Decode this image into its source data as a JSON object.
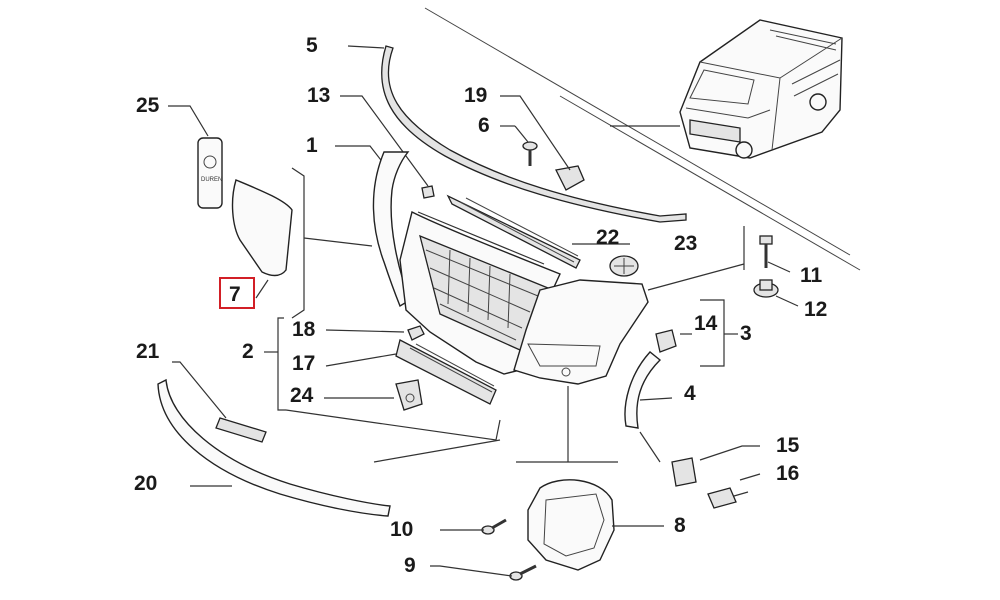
{
  "callouts": [
    {
      "id": "5",
      "label": "5"
    },
    {
      "id": "13",
      "label": "13"
    },
    {
      "id": "19",
      "label": "19"
    },
    {
      "id": "6",
      "label": "6"
    },
    {
      "id": "25",
      "label": "25"
    },
    {
      "id": "1",
      "label": "1"
    },
    {
      "id": "22",
      "label": "22"
    },
    {
      "id": "23",
      "label": "23"
    },
    {
      "id": "11",
      "label": "11"
    },
    {
      "id": "12",
      "label": "12"
    },
    {
      "id": "7",
      "label": "7",
      "highlighted": true
    },
    {
      "id": "18",
      "label": "18"
    },
    {
      "id": "14",
      "label": "14"
    },
    {
      "id": "3",
      "label": "3"
    },
    {
      "id": "2",
      "label": "2"
    },
    {
      "id": "17",
      "label": "17"
    },
    {
      "id": "21",
      "label": "21"
    },
    {
      "id": "4",
      "label": "4"
    },
    {
      "id": "24",
      "label": "24"
    },
    {
      "id": "15",
      "label": "15"
    },
    {
      "id": "16",
      "label": "16"
    },
    {
      "id": "20",
      "label": "20"
    },
    {
      "id": "10",
      "label": "10"
    },
    {
      "id": "8",
      "label": "8"
    },
    {
      "id": "9",
      "label": "9"
    }
  ],
  "paint_tube_text": "DUREN",
  "colors": {
    "highlight": "#d21f26",
    "line": "#333333",
    "text": "#1a1a1a"
  }
}
